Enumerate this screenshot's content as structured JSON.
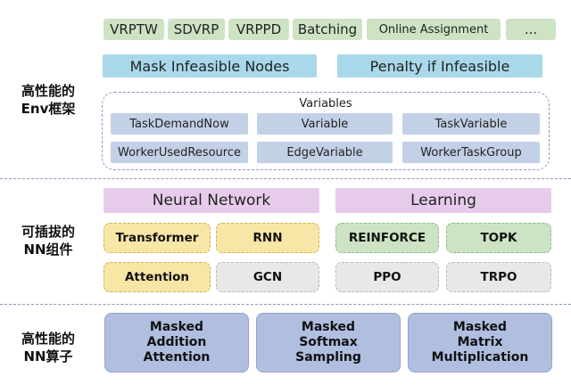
{
  "layers": {
    "env_label": [
      "高性能的",
      "Env框架"
    ],
    "nn_components_label": [
      "可插拔的",
      "NN组件"
    ],
    "nn_operators_label": [
      "高性能的",
      "NN算子"
    ]
  },
  "problem_types": [
    "VRPTW",
    "SDVRP",
    "VRPPD",
    "Batching",
    "Online Assignment",
    "..."
  ],
  "env_strategies": {
    "mask": "Mask Infeasible Nodes",
    "penalty": "Penalty if Infeasible"
  },
  "variables": {
    "title": "Variables",
    "items": [
      "TaskDemandNow",
      "Variable",
      "TaskVariable",
      "WorkerUsedResource",
      "EdgeVariable",
      "WorkerTaskGroup"
    ]
  },
  "neural_network": {
    "title": "Neural Network",
    "items": [
      "Transformer",
      "RNN",
      "Attention",
      "GCN"
    ]
  },
  "learning": {
    "title": "Learning",
    "items": [
      "REINFORCE",
      "TOPK",
      "PPO",
      "TRPO"
    ]
  },
  "operators": [
    [
      "Masked",
      "Addition",
      "Attention"
    ],
    [
      "Masked",
      "Softmax",
      "Sampling"
    ],
    [
      "Masked",
      "Matrix",
      "Multiplication"
    ]
  ],
  "colors": {
    "problem_tag": "#cde3c4",
    "strategy": "#a9d8ea",
    "variable": "#c3d1e6",
    "section_header": "#e6ccea",
    "nn_yellow": "#f8e6a6",
    "nn_grey": "#e8e8e8",
    "learning_green": "#cce3c4",
    "operator": "#b0bee0"
  }
}
